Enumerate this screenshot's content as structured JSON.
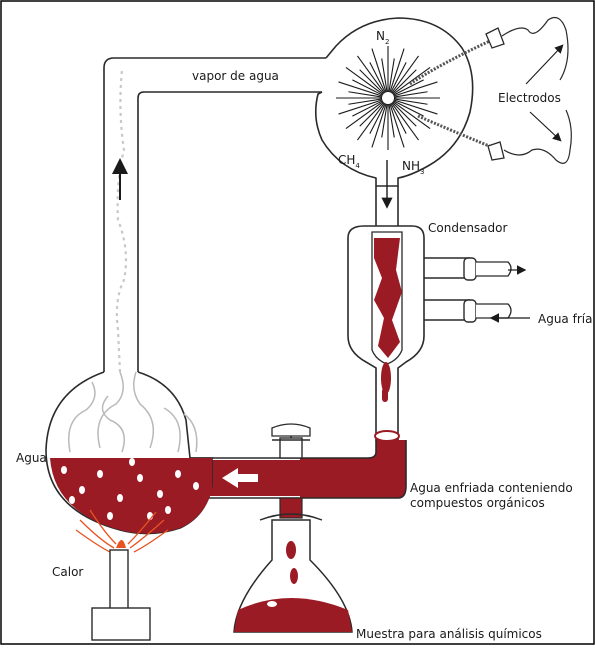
{
  "labels": {
    "vapor": "vapor de agua",
    "n2_main": "N",
    "n2_sub": "2",
    "ch4_main": "CH",
    "ch4_sub": "4",
    "nh3_main": "NH",
    "nh3_sub": "3",
    "electrodes": "Electrodos",
    "condenser": "Condensador",
    "cold_water": "Agua fría",
    "water": "Agua",
    "cooled_water_line1": "Agua enfriada conteniendo",
    "cooled_water_line2": "compuestos orgánicos",
    "heat": "Calor",
    "sample": "Muestra para análisis químicos"
  },
  "colors": {
    "liquid": "#9b1b24",
    "outline": "#2a2a2a",
    "flame": "#e8531f",
    "vapor": "#c8c8c8"
  },
  "icons": [
    "flow-arrow-icon",
    "spark-icon",
    "flame-icon"
  ]
}
